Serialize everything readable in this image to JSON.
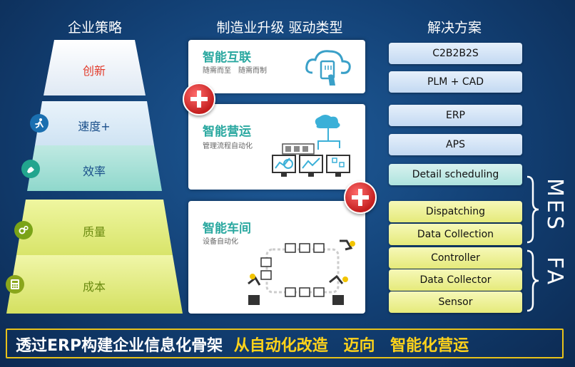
{
  "titles": {
    "left": "企业策略",
    "middle": "制造业升级 驱动类型",
    "right": "解决方案"
  },
  "pyramid": {
    "levels": [
      {
        "label": "创新",
        "color": "#e23a2a"
      },
      {
        "label": "速度+",
        "color": "#1a4f8a"
      },
      {
        "label": "效率",
        "color": "#1a4f8a"
      },
      {
        "label": "质量",
        "color": "#6a8a10"
      },
      {
        "label": "成本",
        "color": "#6a8a10"
      }
    ],
    "icons": [
      "runner-icon",
      "tap-icon",
      "gears-icon",
      "calculator-icon"
    ]
  },
  "cards": [
    {
      "title": "智能互联",
      "subtitle": "随需而至　随需而制",
      "icon": "cloud-touch-icon"
    },
    {
      "title": "智能营运",
      "subtitle": "管理流程自动化",
      "icon": "cloud-monitor-icon"
    },
    {
      "title": "智能车间",
      "subtitle": "设备自动化",
      "icon": "robot-conveyor-icon"
    }
  ],
  "solutions": {
    "items": [
      {
        "label": "C2B2B2S"
      },
      {
        "label": "PLM + CAD"
      },
      {
        "label": "ERP"
      },
      {
        "label": "APS"
      },
      {
        "label": "Detail scheduling"
      },
      {
        "label": "Dispatching"
      },
      {
        "label": "Data Collection"
      },
      {
        "label": "Controller"
      },
      {
        "label": "Data Collector"
      },
      {
        "label": "Sensor"
      }
    ],
    "mes_label": "MES",
    "fa_label": "FA"
  },
  "bottom": {
    "part1": "透过ERP构建企业信息化骨架",
    "part2": "从自动化改造",
    "part3": "迈向",
    "part4": "智能化营运"
  },
  "colors": {
    "accent_teal": "#2aa8a0",
    "plus_red": "#d32626",
    "bottom_yellow": "#ffd21a"
  }
}
